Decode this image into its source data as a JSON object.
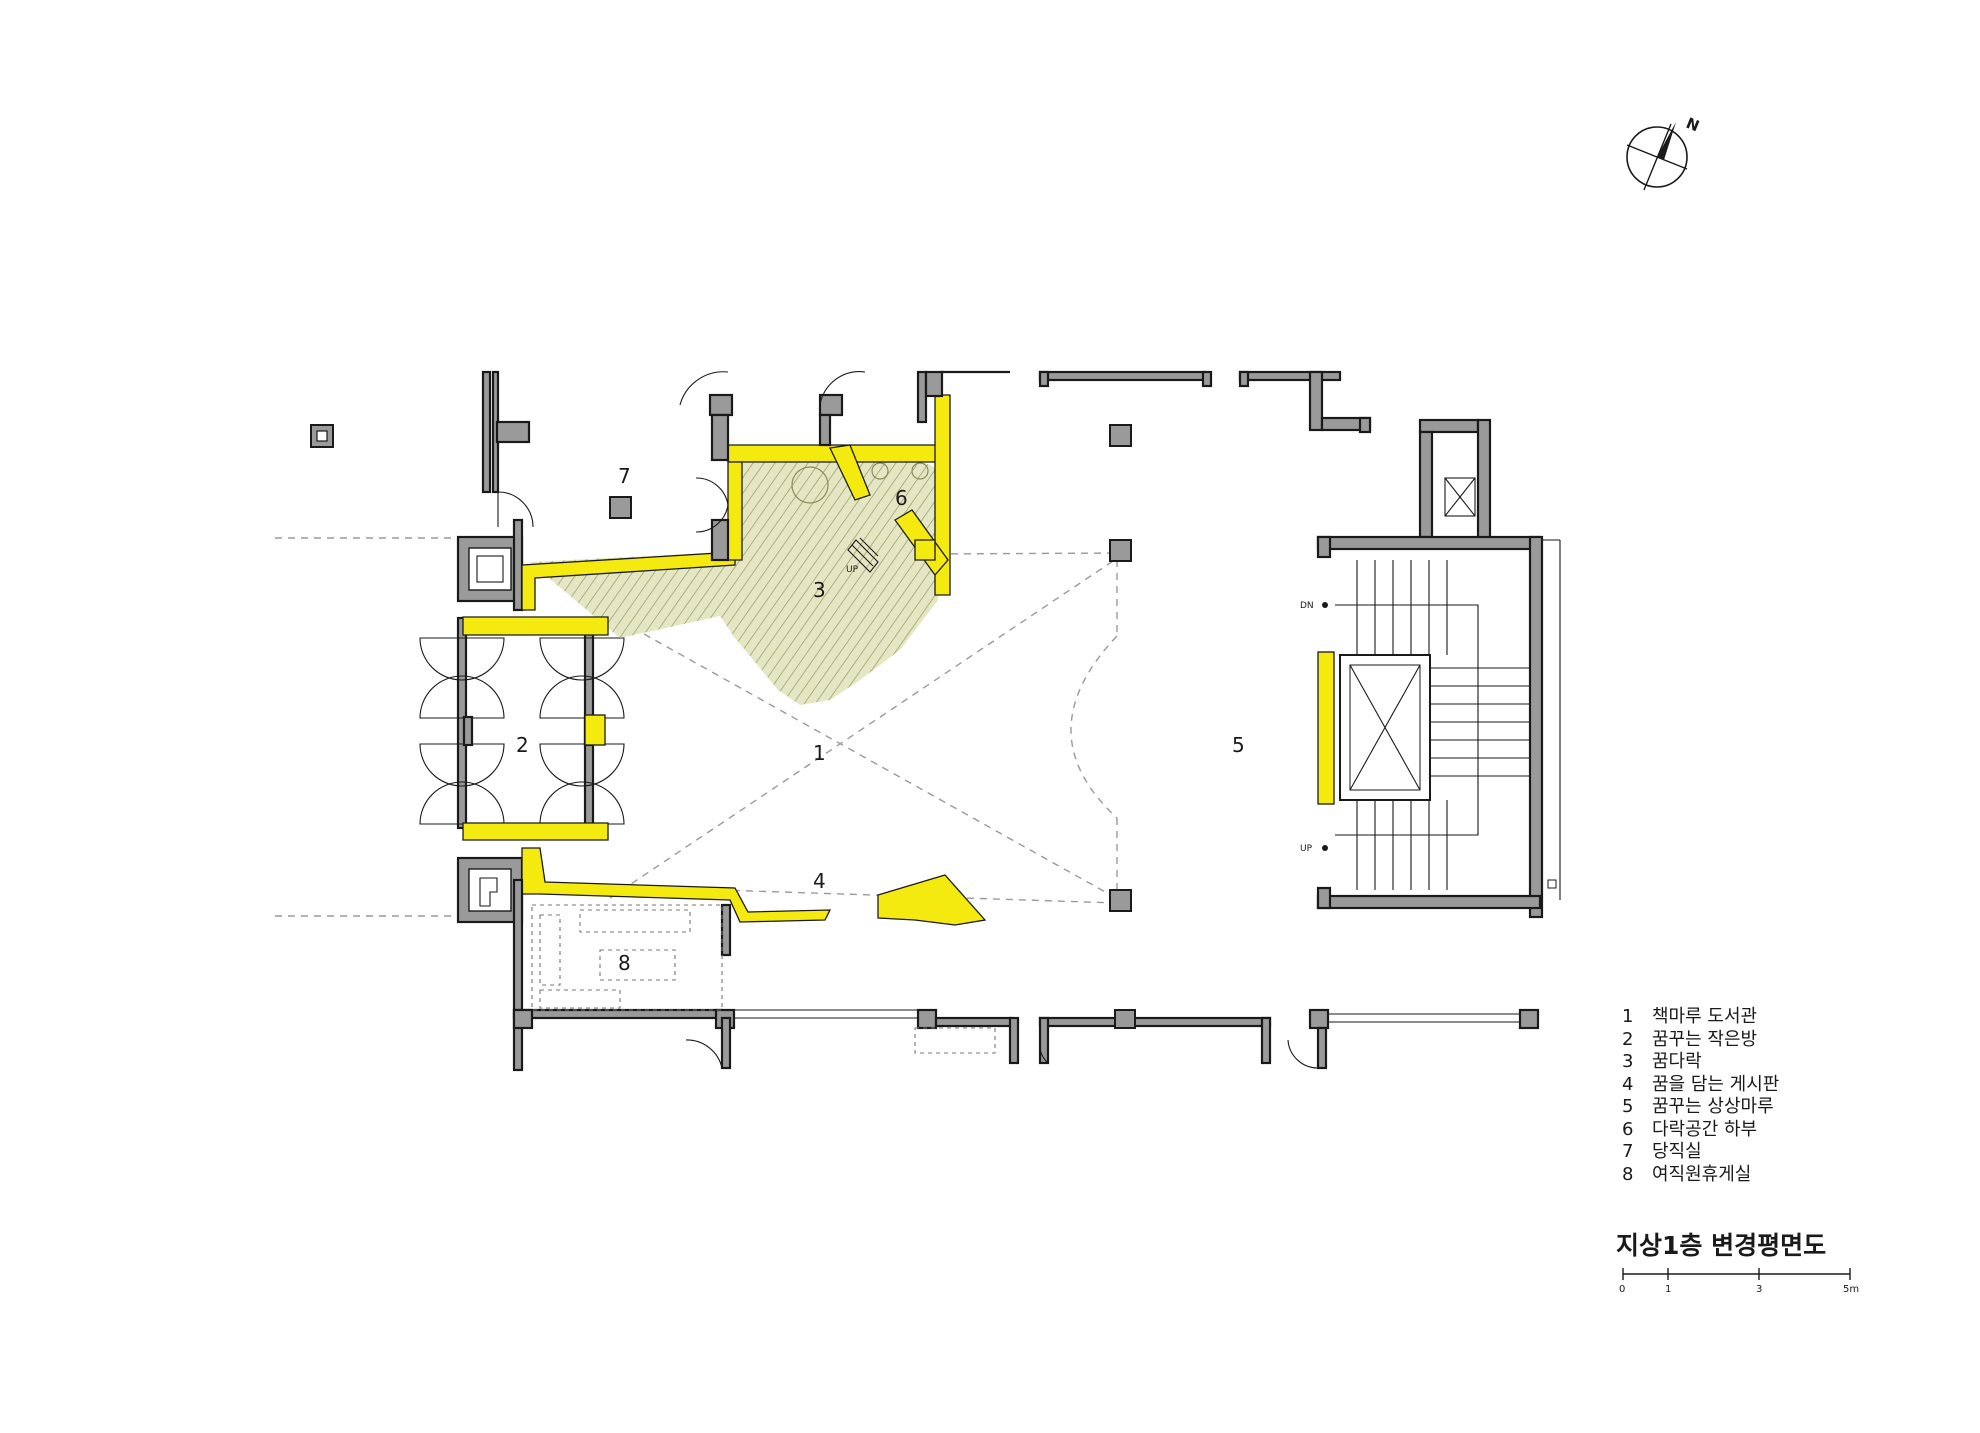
{
  "rooms": [
    {
      "id": "1",
      "label": "1"
    },
    {
      "id": "2",
      "label": "2"
    },
    {
      "id": "3",
      "label": "3"
    },
    {
      "id": "4",
      "label": "4"
    },
    {
      "id": "5",
      "label": "5"
    },
    {
      "id": "6",
      "label": "6"
    },
    {
      "id": "7",
      "label": "7"
    },
    {
      "id": "8",
      "label": "8"
    }
  ],
  "stair_marks": {
    "dn": "DN",
    "up": "UP",
    "up_small": "UP"
  },
  "north_label": "N",
  "legend": [
    {
      "num": "1",
      "text": "책마루 도서관"
    },
    {
      "num": "2",
      "text": "꿈꾸는 작은방"
    },
    {
      "num": "3",
      "text": "꿈다락"
    },
    {
      "num": "4",
      "text": "꿈을 담는 게시판"
    },
    {
      "num": "5",
      "text": "꿈꾸는 상상마루"
    },
    {
      "num": "6",
      "text": "다락공간 하부"
    },
    {
      "num": "7",
      "text": "당직실"
    },
    {
      "num": "8",
      "text": "여직원휴게실"
    }
  ],
  "title": "지상1층 변경평면도",
  "scale_bar": {
    "ticks": [
      "0",
      "1",
      "3",
      "5m"
    ]
  },
  "colors": {
    "highlight": "#f5ea10",
    "wall": "#9a9a9a",
    "line": "#1a1a1a",
    "hatch": "#b9bb7a"
  }
}
